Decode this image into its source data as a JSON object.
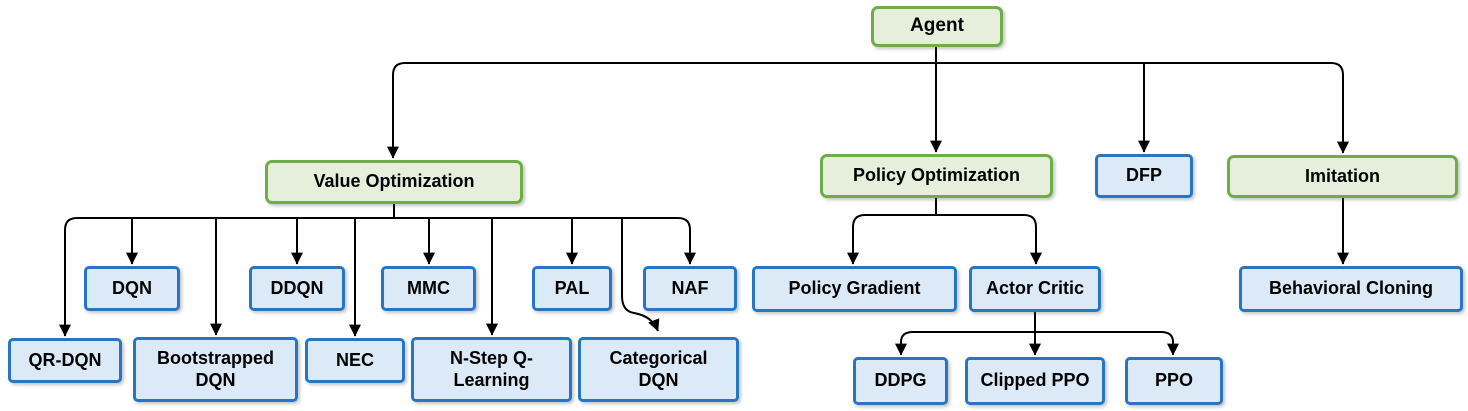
{
  "diagram_type": "tree",
  "colors": {
    "background": "#ffffff",
    "category_fill": "#e6efdb",
    "category_border": "#71ad47",
    "algorithm_fill": "#dce9f6",
    "algorithm_border": "#2776c3",
    "connector": "#000000",
    "text": "#000000"
  },
  "nodes": {
    "agent": {
      "label": "Agent",
      "kind": "category"
    },
    "value_optimization": {
      "label": "Value Optimization",
      "kind": "category"
    },
    "policy_optimization": {
      "label": "Policy Optimization",
      "kind": "category"
    },
    "dfp": {
      "label": "DFP",
      "kind": "algorithm"
    },
    "imitation": {
      "label": "Imitation",
      "kind": "category"
    },
    "dqn": {
      "label": "DQN",
      "kind": "algorithm"
    },
    "ddqn": {
      "label": "DDQN",
      "kind": "algorithm"
    },
    "mmc": {
      "label": "MMC",
      "kind": "algorithm"
    },
    "pal": {
      "label": "PAL",
      "kind": "algorithm"
    },
    "naf": {
      "label": "NAF",
      "kind": "algorithm"
    },
    "qr_dqn": {
      "label": "QR-DQN",
      "kind": "algorithm"
    },
    "bootstrapped_dqn": {
      "label": "Bootstrapped DQN",
      "kind": "algorithm"
    },
    "nec": {
      "label": "NEC",
      "kind": "algorithm"
    },
    "n_step_q_learning": {
      "label": "N-Step Q-Learning",
      "kind": "algorithm"
    },
    "categorical_dqn": {
      "label": "Categorical DQN",
      "kind": "algorithm"
    },
    "policy_gradient": {
      "label": "Policy Gradient",
      "kind": "algorithm"
    },
    "actor_critic": {
      "label": "Actor Critic",
      "kind": "algorithm"
    },
    "behavioral_cloning": {
      "label": "Behavioral Cloning",
      "kind": "algorithm"
    },
    "ddpg": {
      "label": "DDPG",
      "kind": "algorithm"
    },
    "clipped_ppo": {
      "label": "Clipped PPO",
      "kind": "algorithm"
    },
    "ppo": {
      "label": "PPO",
      "kind": "algorithm"
    }
  },
  "edges": [
    {
      "from": "agent",
      "to": "value_optimization"
    },
    {
      "from": "agent",
      "to": "policy_optimization"
    },
    {
      "from": "agent",
      "to": "dfp"
    },
    {
      "from": "agent",
      "to": "imitation"
    },
    {
      "from": "value_optimization",
      "to": "qr_dqn"
    },
    {
      "from": "value_optimization",
      "to": "dqn"
    },
    {
      "from": "value_optimization",
      "to": "bootstrapped_dqn"
    },
    {
      "from": "value_optimization",
      "to": "ddqn"
    },
    {
      "from": "value_optimization",
      "to": "nec"
    },
    {
      "from": "value_optimization",
      "to": "mmc"
    },
    {
      "from": "value_optimization",
      "to": "n_step_q_learning"
    },
    {
      "from": "value_optimization",
      "to": "pal"
    },
    {
      "from": "value_optimization",
      "to": "categorical_dqn"
    },
    {
      "from": "value_optimization",
      "to": "naf"
    },
    {
      "from": "policy_optimization",
      "to": "policy_gradient"
    },
    {
      "from": "policy_optimization",
      "to": "actor_critic"
    },
    {
      "from": "actor_critic",
      "to": "ddpg"
    },
    {
      "from": "actor_critic",
      "to": "clipped_ppo"
    },
    {
      "from": "actor_critic",
      "to": "ppo"
    },
    {
      "from": "imitation",
      "to": "behavioral_cloning"
    }
  ]
}
